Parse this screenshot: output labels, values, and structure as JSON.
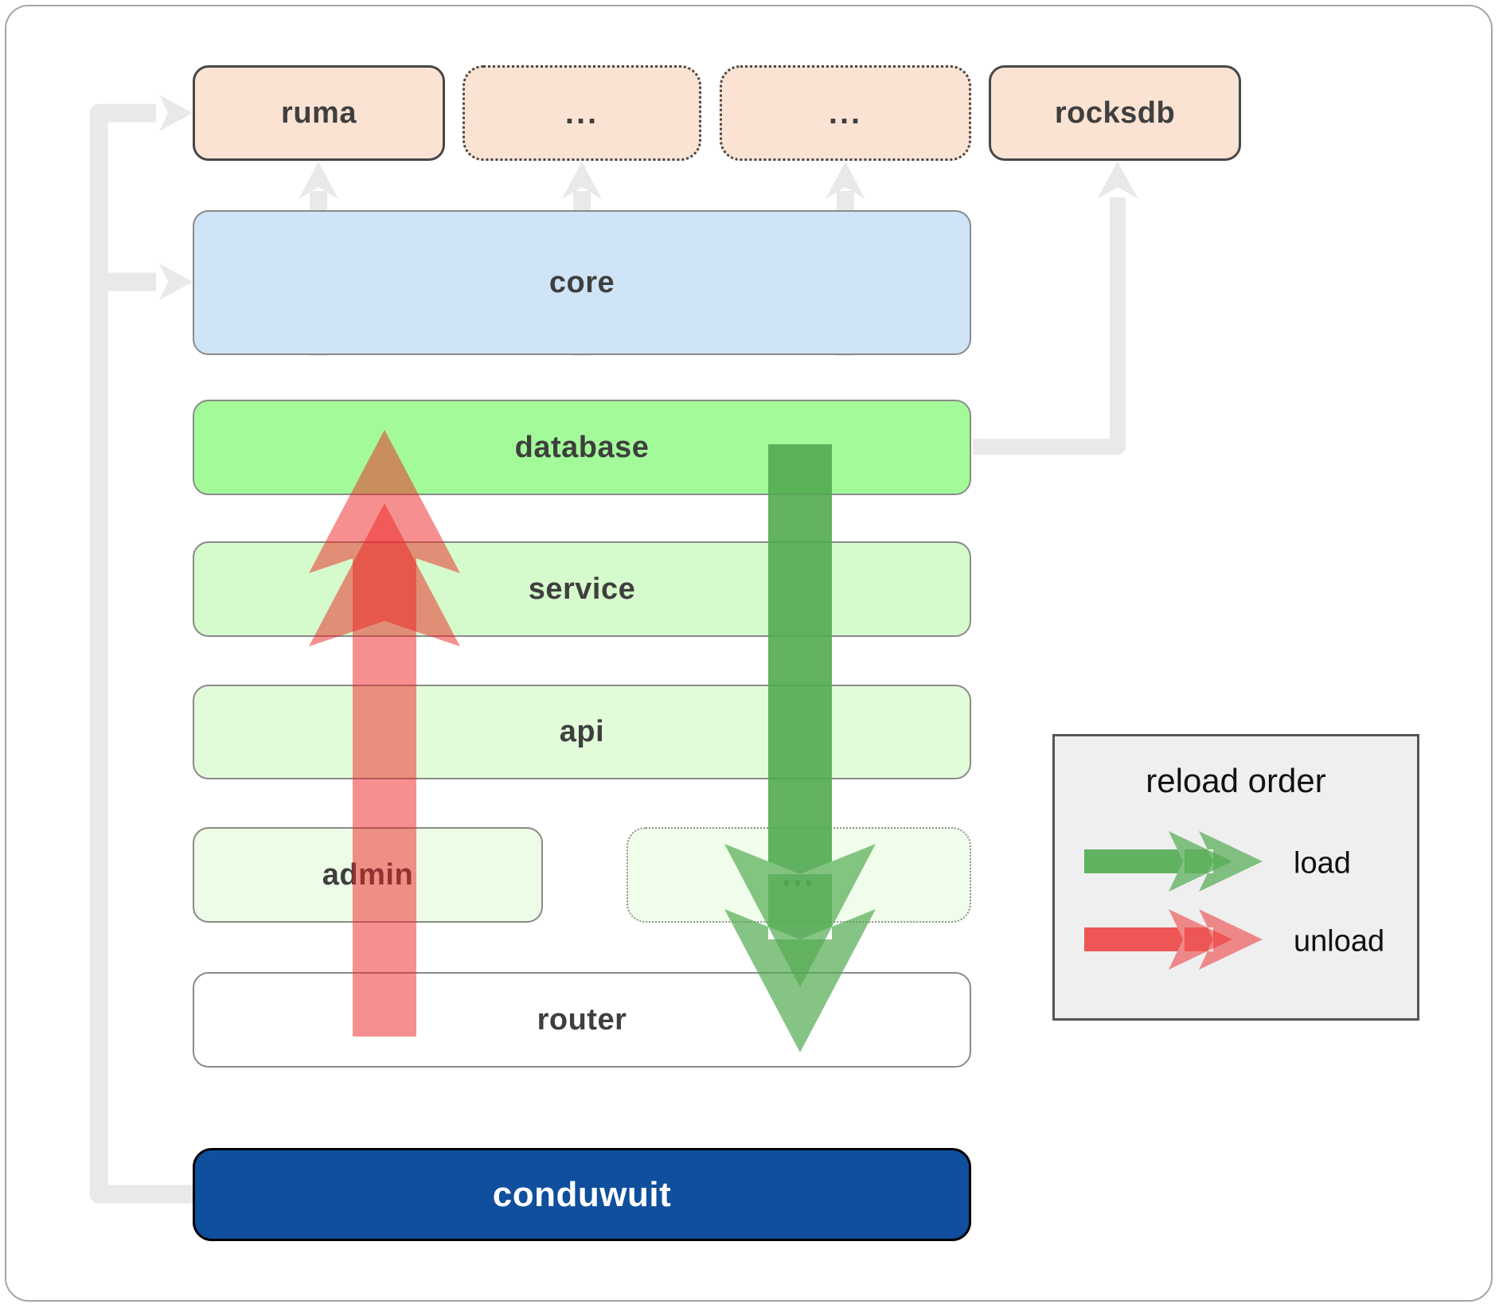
{
  "nodes": {
    "ruma": "ruma",
    "ellipsis_top_left": "...",
    "ellipsis_top_right": "...",
    "rocksdb": "rocksdb",
    "core": "core",
    "database": "database",
    "service": "service",
    "api": "api",
    "admin": "admin",
    "ellipsis_admin_row": "...",
    "router": "router",
    "conduwuit": "conduwuit"
  },
  "legend": {
    "title": "reload order",
    "items": [
      {
        "label": "load",
        "color": "#52ab52"
      },
      {
        "label": "unload",
        "color": "#ee2222"
      }
    ]
  },
  "colors": {
    "load_arrow": "#52ab52",
    "unload_arrow": "#ee2222",
    "connector_gray": "#e9e9e9",
    "legend_bg": "#efefef",
    "fills": {
      "ruma": "#fbe3d3",
      "ellipsis_top_left": "#fbe3d3",
      "ellipsis_top_right": "#fbe3d3",
      "rocksdb": "#fbe3d3",
      "core": "#cfe4f7",
      "database": "#a2fb98",
      "service": "#d5facb",
      "api": "#e2fcd9",
      "admin": "#ecfce6",
      "ellipsis_admin_row": "#f0fdeb",
      "router": "#ffffff",
      "conduwuit": "#0f4f9d"
    }
  }
}
